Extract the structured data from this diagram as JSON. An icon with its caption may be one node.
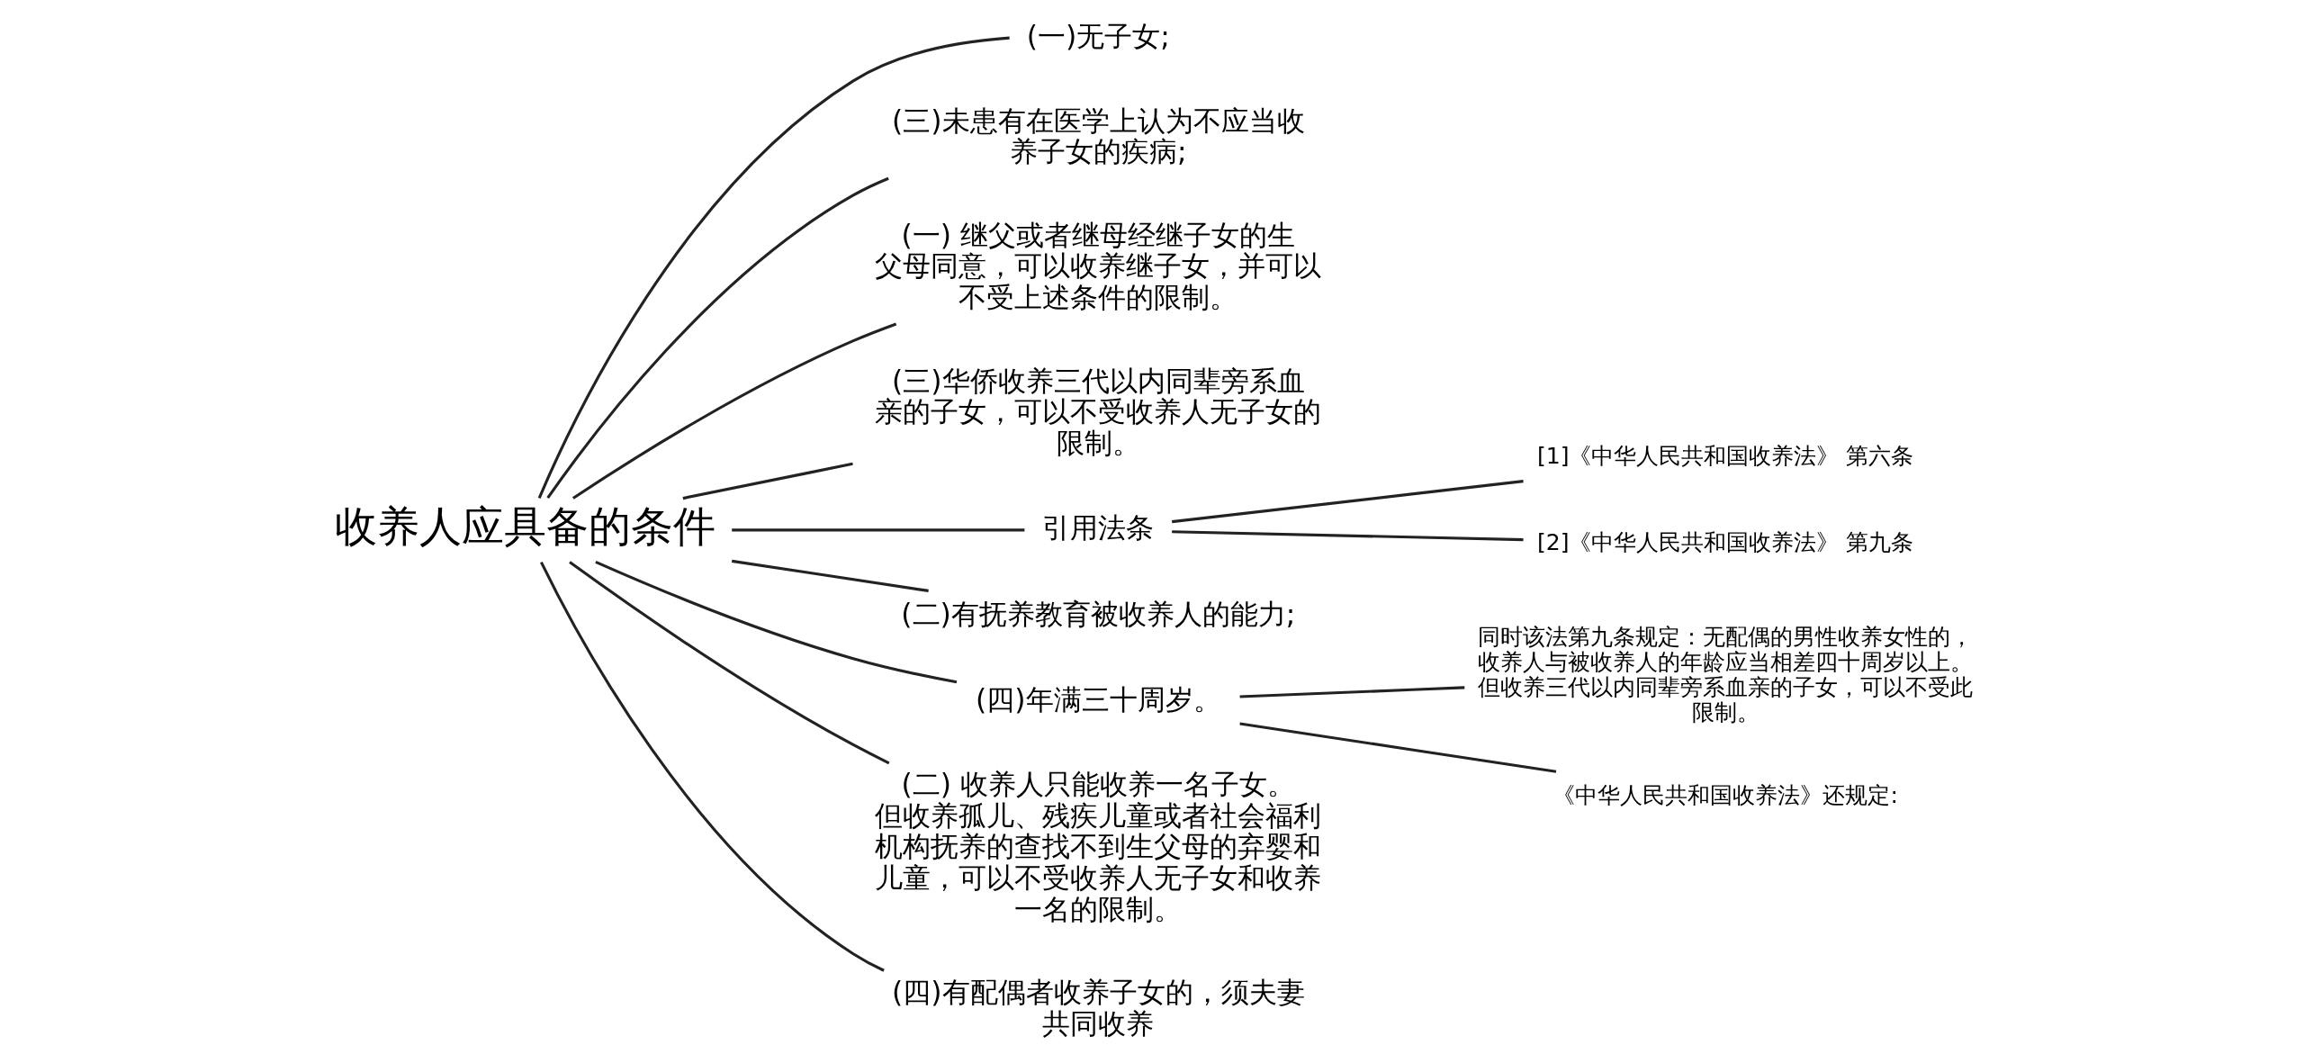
{
  "diagram": {
    "nodes": [
      {
        "text": [
          "收养人应具备的条件"
        ]
      },
      {
        "text": [
          "(一)无子女;"
        ]
      },
      {
        "text": [
          "(三)未患有在医学上认为不应当收养子女的疾病;"
        ]
      },
      {
        "text": [
          "(一) 继父或者继母经继子女的生父母同意，可以收养继子女，并可以不受上述条件的限制。"
        ]
      },
      {
        "text": [
          "(三)华侨收养三代以内同辈旁系血亲的子女，可以不受收养人无子女的限制。"
        ]
      },
      {
        "text": [
          "引用法条"
        ]
      },
      {
        "text": [
          "[1]《中华人民共和国收养法》 第六条"
        ]
      },
      {
        "text": [
          "[2]《中华人民共和国收养法》 第九条"
        ]
      },
      {
        "text": [
          "(二)有抚养教育被收养人的能力;"
        ]
      },
      {
        "text": [
          "(四)年满三十周岁。"
        ]
      },
      {
        "text": [
          "同时该法第九条规定：无配偶的男性收养女性的，收养人与被收养人的年龄应当相差四十周岁以上。但收养三代以内同辈旁系血亲的子女，可以不受此限制。"
        ]
      },
      {
        "text": [
          "《中华人民共和国收养法》还规定:"
        ]
      },
      {
        "text": [
          "(二) 收养人只能收养一名子女。但收养孤儿、残疾儿童或者社会福利机构抚养的查找不到生父母的弃婴和儿童，可以不受收养人无子女和收养一名的限制。"
        ]
      },
      {
        "text": [
          "(四)有配偶者收养子女的，须夫妻共同收养"
        ]
      }
    ],
    "edges": [
      {
        "from": 0,
        "to": 1,
        "arrow": "none"
      },
      {
        "from": 0,
        "to": 2,
        "arrow": "none"
      },
      {
        "from": 0,
        "to": 3,
        "arrow": "none"
      },
      {
        "from": 0,
        "to": 4,
        "arrow": "none"
      },
      {
        "from": 0,
        "to": 5,
        "arrow": "none"
      },
      {
        "from": 5,
        "to": 6,
        "arrow": "none"
      },
      {
        "from": 5,
        "to": 7,
        "arrow": "none"
      },
      {
        "from": 0,
        "to": 8,
        "arrow": "none"
      },
      {
        "from": 0,
        "to": 9,
        "arrow": "none"
      },
      {
        "from": 9,
        "to": 10,
        "arrow": "none"
      },
      {
        "from": 9,
        "to": 11,
        "arrow": "none"
      },
      {
        "from": 0,
        "to": 12,
        "arrow": "none"
      },
      {
        "from": 0,
        "to": 13,
        "arrow": "none"
      }
    ]
  }
}
